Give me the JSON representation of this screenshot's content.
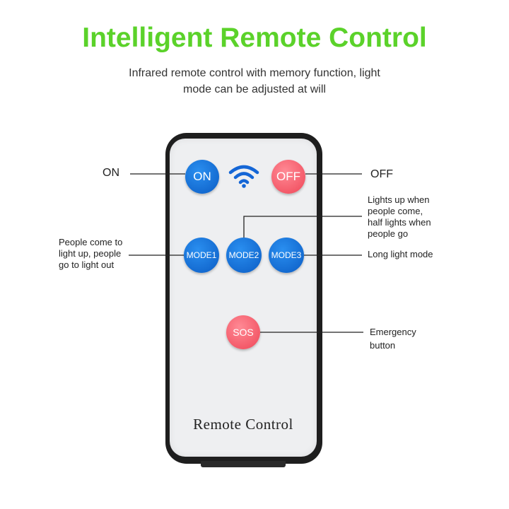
{
  "header": {
    "title": "Intelligent Remote Control",
    "subtitle_lines": [
      "Infrared remote control with memory function, light",
      "mode can be adjusted at will"
    ]
  },
  "remote": {
    "buttons": {
      "on": "ON",
      "off": "OFF",
      "mode1": "MODE1",
      "mode2": "MODE2",
      "mode3": "MODE3",
      "sos": "SOS"
    },
    "label": "Remote Control",
    "icon": "wifi-signal-icon"
  },
  "callouts": {
    "on": "ON",
    "off": "OFF",
    "mode2_lines": [
      "Lights up when",
      "people come,",
      "half lights when",
      "people go"
    ],
    "mode1_lines": [
      "People come to",
      "light up, people",
      "go to light out"
    ],
    "mode3": "Long light mode",
    "sos_lines": [
      "Emergency",
      "button"
    ]
  },
  "colors": {
    "title": "#5bd22a",
    "blue_button": "#0b5cc4",
    "red_button": "#ef4657",
    "remote_body": "#1e1e1e",
    "remote_face": "#eeeff1"
  }
}
